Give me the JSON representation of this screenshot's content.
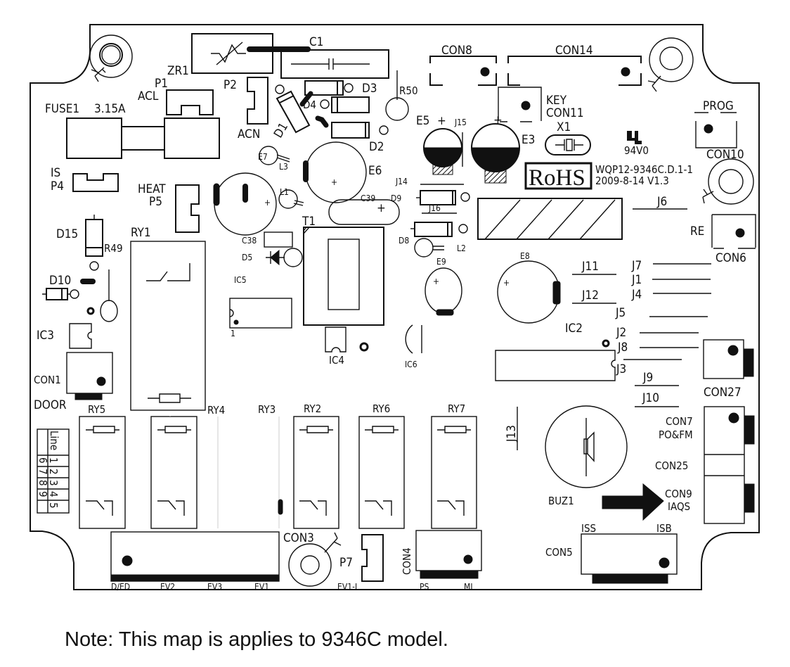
{
  "labels": {
    "ZR1": "ZR1",
    "C1": "C1",
    "CON8": "CON8",
    "CON14": "CON14",
    "P1": "P1",
    "ACL": "ACL",
    "P2": "P2",
    "ACN": "ACN",
    "FUSE1": "FUSE1",
    "fuse_rating": "3.15A",
    "D1": "D1",
    "D2": "D2",
    "D3": "D3",
    "D4": "D4",
    "R50": "R50",
    "KEY": "KEY",
    "CON11": "CON11",
    "X1": "X1",
    "E5": "E5",
    "E5_plus": "+",
    "J15": "J15",
    "E3": "E3",
    "E3_plus": "+",
    "ul_rating": "94V0",
    "rohs": "RoHS",
    "board_code": "WQP12-9346C.D.1-1",
    "board_date": "2009-8-14  V1.3",
    "PROG": "PROG",
    "CON10": "CON10",
    "J6": "J6",
    "RE": "RE",
    "CON6": "CON6",
    "IS": "IS",
    "P4": "P4",
    "HEAT": "HEAT",
    "P5": "P5",
    "E7": "E7",
    "L3": "L3",
    "L1": "L1",
    "E6": "E6",
    "C39": "C39",
    "D9": "D9",
    "J14": "J14",
    "J16": "J16",
    "D8": "D8",
    "L2": "L2",
    "T1": "T1",
    "C38": "C38",
    "D5": "D5",
    "IC5": "IC5",
    "IC5_pin": "1",
    "IC4": "IC4",
    "IC6": "IC6",
    "E9": "E9",
    "E8": "E8",
    "D15": "D15",
    "R49": "R49",
    "D10": "D10",
    "IC3": "IC3",
    "CON1": "CON1",
    "DOOR": "DOOR",
    "RY1": "RY1",
    "RY5": "RY5",
    "RY4": "RY4",
    "RY3": "RY3",
    "RY2": "RY2",
    "RY6": "RY6",
    "RY7": "RY7",
    "J11": "J11",
    "J12": "J12",
    "J7": "J7",
    "J1": "J1",
    "J4": "J4",
    "J5": "J5",
    "IC2": "IC2",
    "J2": "J2",
    "J8": "J8",
    "J3": "J3",
    "J9": "J9",
    "J10": "J10",
    "CON27": "CON27",
    "J13": "J13",
    "CON7": "CON7",
    "PO_FM": "PO&FM",
    "CON25": "CON25",
    "CON9": "CON9",
    "IAQS": "IAQS",
    "BUZ1": "BUZ1",
    "ISS": "ISS",
    "ISB": "ISB",
    "CON5": "CON5",
    "CON3": "CON3",
    "P7": "P7",
    "EV1_L": "EV1-L",
    "CON4": "CON4",
    "PS": "PS",
    "ML": "ML",
    "D_ED": "D/ED",
    "EV2": "EV2",
    "EV3": "EV3",
    "EV1": "EV1"
  },
  "line_table": {
    "header": "Line",
    "top_row": [
      "1",
      "2",
      "3",
      "4",
      "5"
    ],
    "bottom_row": [
      "6",
      "7",
      "8",
      "9",
      ""
    ]
  },
  "note": "Note: This map is  applies to 9346C model.",
  "colors": {
    "ink": "#111111",
    "background": "#ffffff"
  }
}
